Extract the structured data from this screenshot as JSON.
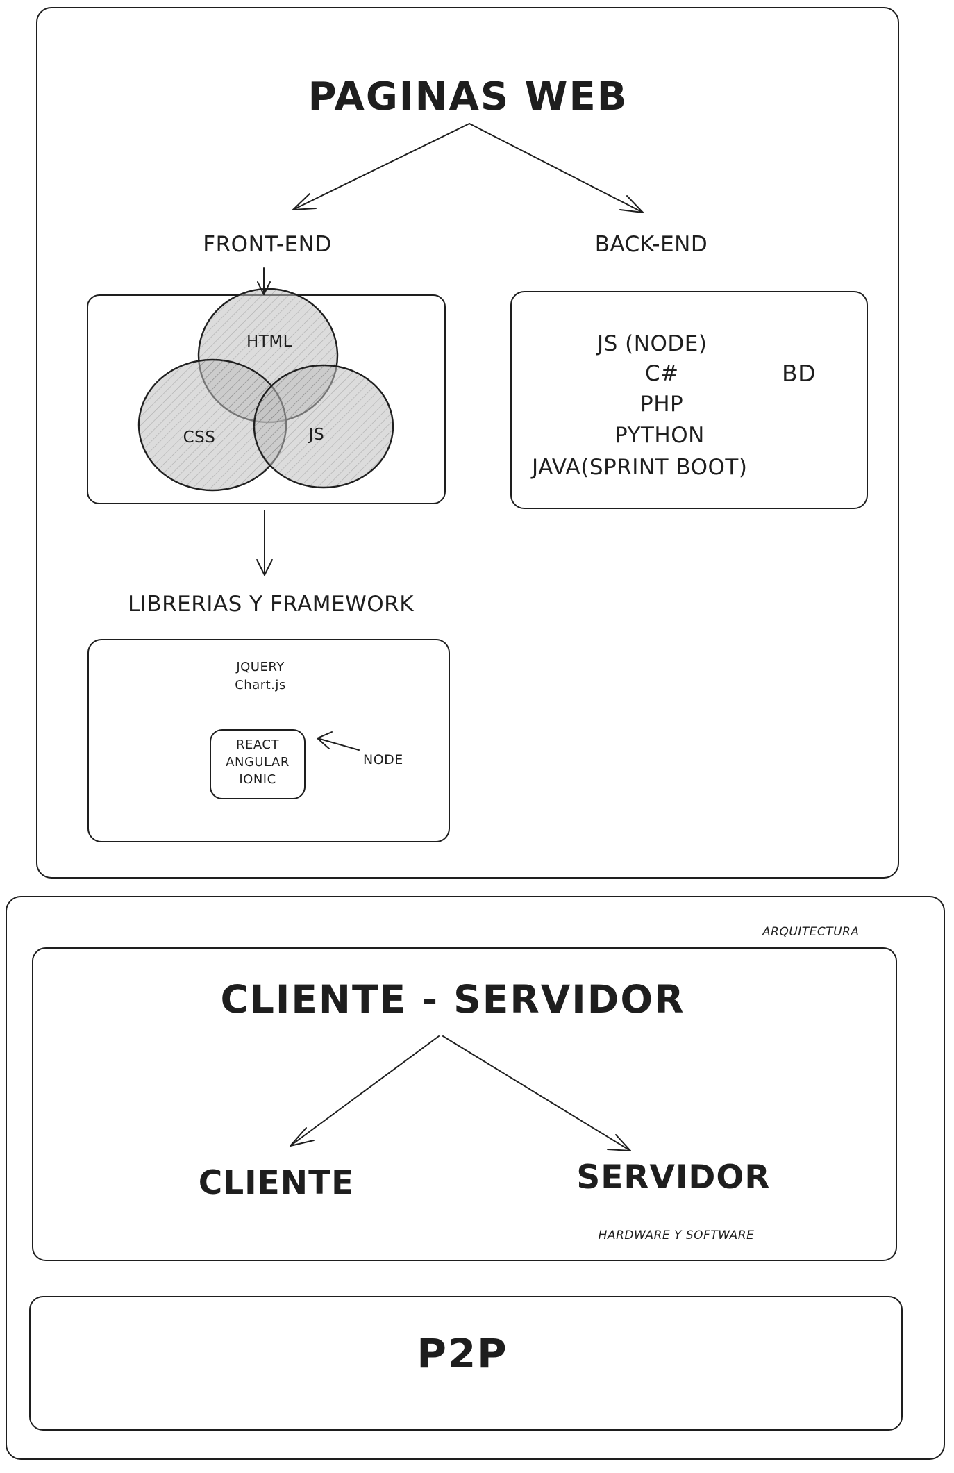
{
  "web": {
    "title": "PAGINAS WEB",
    "frontend": "FRONT-END",
    "backend": "BACK-END",
    "venn": {
      "html": "HTML",
      "css": "CSS",
      "js": "JS"
    },
    "backend_items": [
      "JS (NODE)",
      "C#",
      "PHP",
      "PYTHON",
      "JAVA(SPRINT BOOT)"
    ],
    "db": "BD",
    "libraries_title": "LIBRERIAS Y FRAMEWORK",
    "libraries": {
      "jquery": "JQUERY",
      "chartjs": "Chart.js",
      "frameworks": [
        "REACT",
        "ANGULAR",
        "IONIC"
      ],
      "node": "NODE"
    }
  },
  "architecture": {
    "label": "ARQUITECTURA",
    "client_server": {
      "title": "CLIENTE - SERVIDOR",
      "client": "CLIENTE",
      "server": "SERVIDOR",
      "server_note": "HARDWARE Y SOFTWARE"
    },
    "p2p": "P2P"
  }
}
